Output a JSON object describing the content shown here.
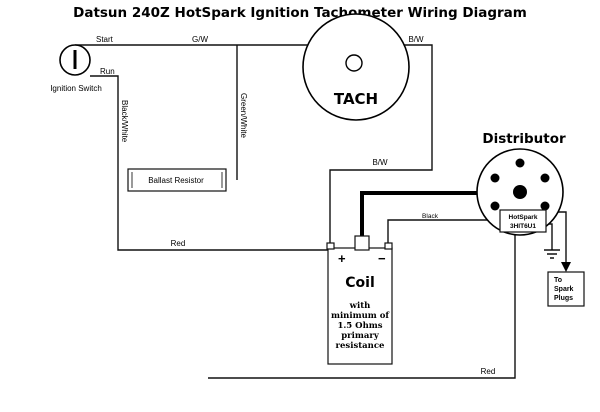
{
  "title": "Datsun 240Z HotSpark Ignition Tachometer Wiring Diagram",
  "ignition_switch": {
    "label": "Ignition Switch",
    "start_label": "Start",
    "run_label": "Run"
  },
  "tach": {
    "label": "TACH"
  },
  "ballast_resistor": {
    "label": "Ballast Resistor"
  },
  "distributor": {
    "label": "Distributor",
    "module_line1": "HotSpark",
    "module_line2": "3HIT6U1"
  },
  "coil": {
    "label": "Coil",
    "plus": "+",
    "minus": "−",
    "note_line1": "with",
    "note_line2": "minimum of",
    "note_line3": "1.5 Ohms",
    "note_line4": "primary",
    "note_line5": "resistance"
  },
  "spark_plugs": {
    "line1": "To",
    "line2": "Spark",
    "line3": "Plugs"
  },
  "wires": {
    "gw_top": "G/W",
    "bw_tach": "B/W",
    "black_white": "Black/White",
    "green_white": "Green/White",
    "bw_coil": "B/W",
    "black": "Black",
    "red_mid": "Red",
    "red_bottom": "Red"
  }
}
